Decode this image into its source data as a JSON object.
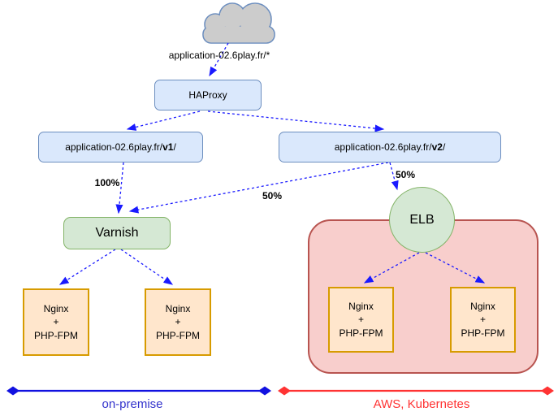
{
  "cloud": {
    "label": "application-02.6play.fr/*"
  },
  "nodes": {
    "haproxy": "HAProxy",
    "v1": {
      "prefix": "application-02.6play.fr/",
      "version": "v1",
      "suffix": "/"
    },
    "v2": {
      "prefix": "application-02.6play.fr/",
      "version": "v2",
      "suffix": "/"
    },
    "varnish": "Varnish",
    "elb": "ELB",
    "nginx": {
      "line1": "Nginx",
      "line2": "+",
      "line3": "PHP-FPM"
    }
  },
  "edge_labels": {
    "v1_to_varnish": "100%",
    "v2_to_varnish": "50%",
    "v2_to_elb": "50%"
  },
  "legend": {
    "on_premise": "on-premise",
    "aws": "AWS, Kubernetes"
  },
  "colors": {
    "edge_blue": "#1A1AFF",
    "node_blue_fill": "#DAE8FC",
    "node_blue_stroke": "#6C8EBF",
    "node_green_fill": "#D5E8D4",
    "node_green_stroke": "#82B366",
    "node_orange_fill": "#FFE6CC",
    "node_orange_stroke": "#D79B00",
    "aws_container_fill": "#F8CECC",
    "aws_container_stroke": "#B85450",
    "cloud_fill": "#CCCCCC",
    "cloud_stroke": "#6C8EBF",
    "legend_blue_line": "#1111E0",
    "legend_blue_text": "#3333CC",
    "legend_red": "#FF3333"
  }
}
